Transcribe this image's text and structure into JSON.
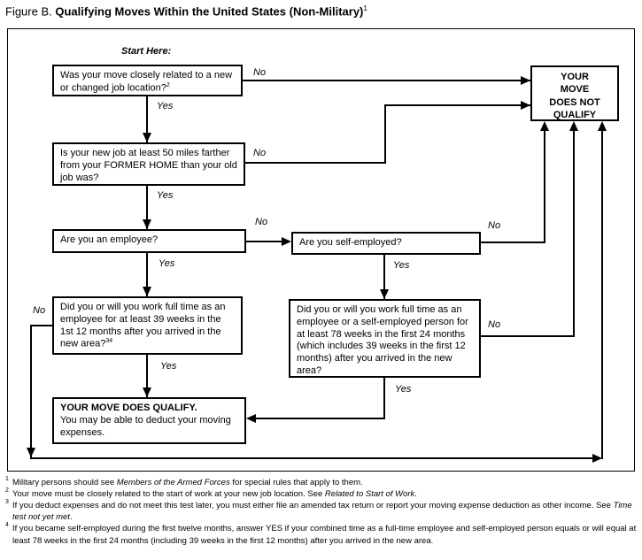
{
  "title": {
    "label": "Figure B.",
    "text": "Qualifying Moves Within the United States (Non-Military)",
    "footnote_ref": "1"
  },
  "flowchart": {
    "start_here": "Start Here:",
    "yes": "Yes",
    "no": "No",
    "q_job_location": {
      "text": "Was your move closely related to a new or changed job location?",
      "footnote_ref": "2"
    },
    "q_50_miles": "Is your new job at least 50 miles farther from your FORMER HOME than your old job was?",
    "q_employee": "Are you an employee?",
    "q_self_employed": "Are you self-employed?",
    "q_39_weeks": {
      "text": "Did you or will you work full time as an employee for at least 39 weeks in the 1st 12 months after you arrived in the new area?",
      "footnote_ref": "34"
    },
    "q_78_weeks": "Did you or will you work full time as an employee or a self-employed person for at least 78 weeks in the first 24 months (which includes 39 weeks in the first 12 months) after you arrived in the new area?",
    "does_not_qualify": {
      "line1": "YOUR",
      "line2": "MOVE",
      "line3": "DOES NOT",
      "line4": "QUALIFY"
    },
    "does_qualify": {
      "heading": "YOUR MOVE DOES QUALIFY.",
      "body": "You may be able to deduct your moving expenses."
    }
  },
  "footnotes": {
    "f1": {
      "marker": "1",
      "pre": "Military persons should see ",
      "italic": "Members of the Armed Forces",
      "post": " for special rules that apply to them."
    },
    "f2": {
      "marker": "2",
      "pre": "Your move must be closely related to the start of work at your new job location. See ",
      "italic": "Related to Start of Work",
      "post": "."
    },
    "f3": {
      "marker": "3",
      "pre": "If you deduct expenses and do not meet this test later, you must either file an amended tax return or report your moving expense deduction as other income. See ",
      "italic": "Time test not yet met",
      "post": "."
    },
    "f4": {
      "marker": "4",
      "pre": "If you became self-employed during the first twelve months, answer YES if your combined time as a full-time employee and self-employed person equals or will equal at least 78 weeks in the first 24 months (including 39 weeks in the first 12 months) after you arrived in the new area.",
      "italic": "",
      "post": ""
    }
  },
  "colors": {
    "line": "#000000",
    "background": "#ffffff",
    "text": "#000000"
  }
}
